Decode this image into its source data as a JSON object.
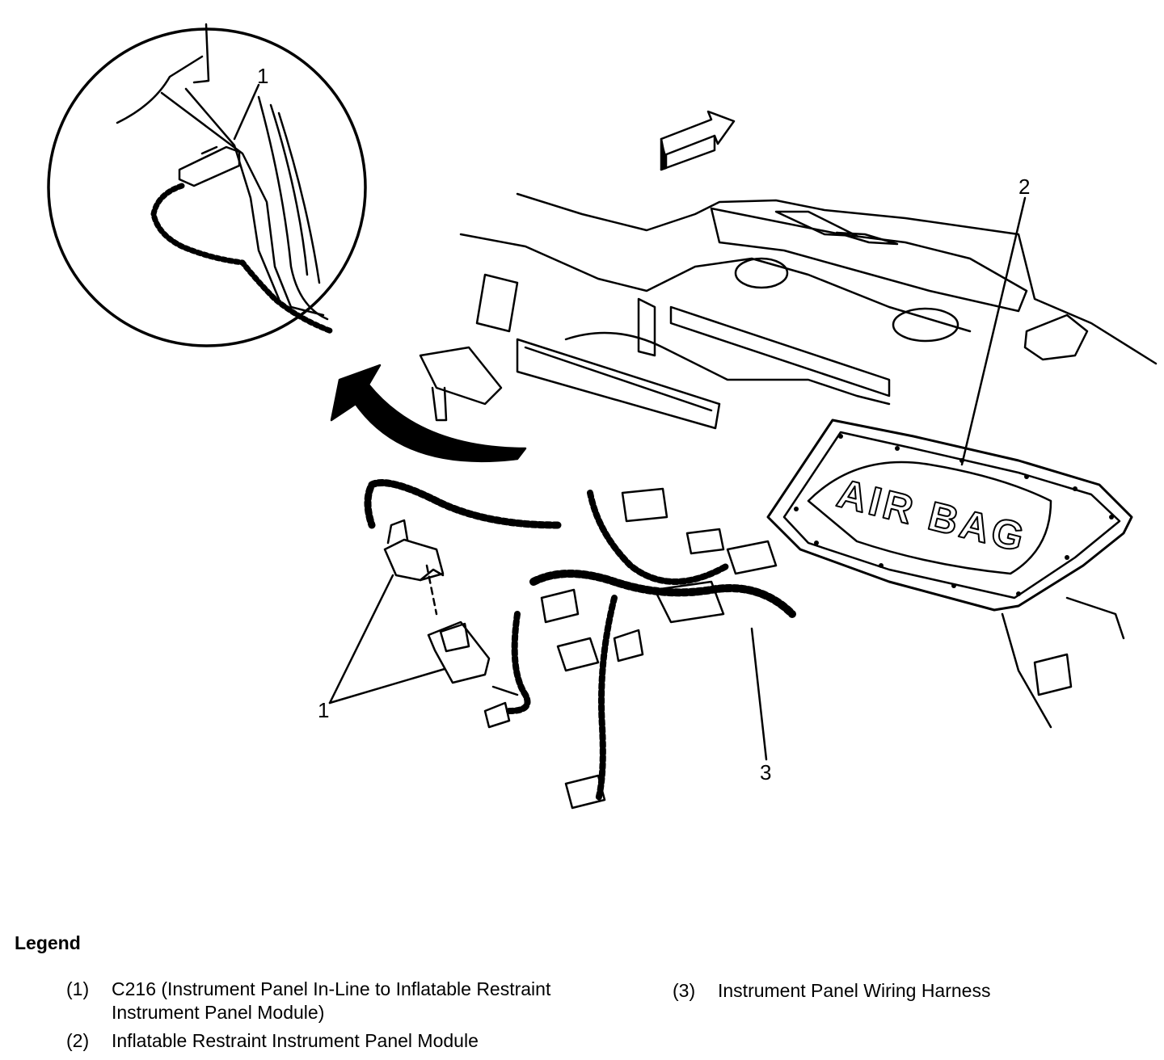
{
  "diagram": {
    "callouts": {
      "detail_1": "1",
      "main_1": "1",
      "main_2": "2",
      "main_3": "3"
    },
    "airbag_label": "AIR BAG"
  },
  "legend": {
    "title": "Legend",
    "items": [
      {
        "num": "(1)",
        "text": "C216 (Instrument Panel In-Line to Inflatable Restraint Instrument Panel Module)"
      },
      {
        "num": "(2)",
        "text": "Inflatable Restraint Instrument Panel Module"
      },
      {
        "num": "(3)",
        "text": "Instrument Panel Wiring Harness"
      }
    ]
  }
}
